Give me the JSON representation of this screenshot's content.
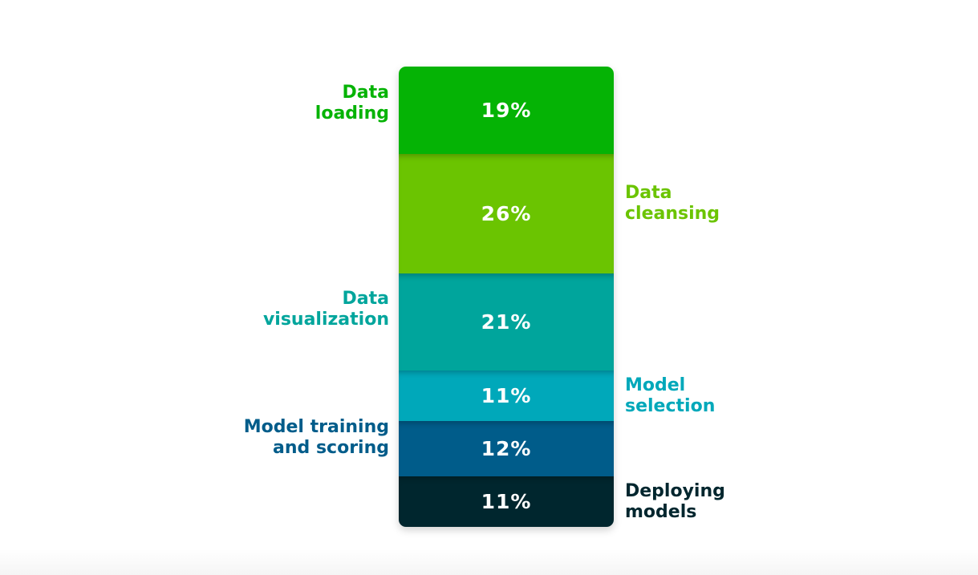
{
  "chart_data": {
    "type": "bar",
    "subtype": "stacked-100",
    "title": "",
    "xlabel": "",
    "ylabel": "",
    "ylim": [
      0,
      100
    ],
    "unit": "%",
    "grid": false,
    "legend": "none",
    "categories": [
      "Data loading",
      "Data cleansing",
      "Data visualization",
      "Model selection",
      "Model training and scoring",
      "Deploying models"
    ],
    "values": [
      19,
      26,
      21,
      11,
      12,
      11
    ],
    "data_labels": [
      "19%",
      "26%",
      "21%",
      "11%",
      "12%",
      "11%"
    ],
    "label_lines": [
      "Data\nloading",
      "Data\ncleansing",
      "Data\nvisualization",
      "Model\nselection",
      "Model training\nand scoring",
      "Deploying\nmodels"
    ],
    "label_sides": [
      "left",
      "right",
      "left",
      "right",
      "left",
      "right"
    ],
    "colors": [
      "#05b305",
      "#6bc401",
      "#00a59c",
      "#00a8ba",
      "#005c8a",
      "#00262e"
    ],
    "label_colors": [
      "#05b305",
      "#6bc401",
      "#00a59c",
      "#00a8ba",
      "#005c8a",
      "#00262e"
    ]
  }
}
